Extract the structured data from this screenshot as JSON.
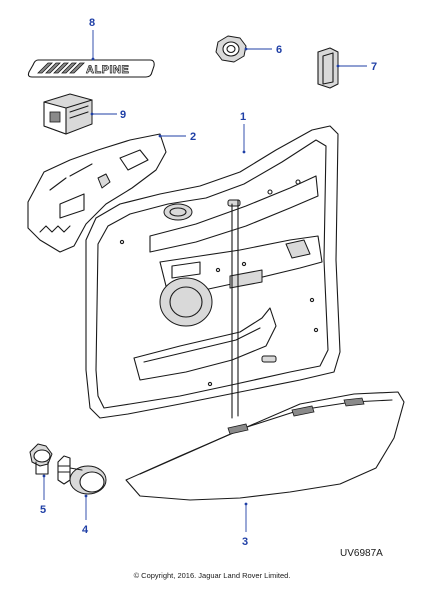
{
  "callouts": {
    "c1": "1",
    "c2": "2",
    "c3": "3",
    "c4": "4",
    "c5": "5",
    "c6": "6",
    "c7": "7",
    "c8": "8",
    "c9": "9"
  },
  "badge_text": "ALPINE",
  "drawing_ref": "UV6987A",
  "copyright": "© Copyright, 2016. Jaguar Land Rover Limited.",
  "colors": {
    "callout": "#1f3fa6",
    "ink": "#1a1a1a"
  }
}
